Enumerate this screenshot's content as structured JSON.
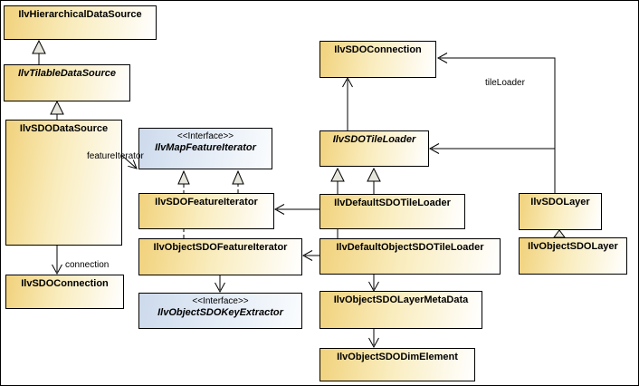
{
  "diagram": {
    "kind": "uml-class-diagram",
    "stereotype_interface": "<<Interface>>",
    "colors": {
      "class_fill_deep": "#f1d27c",
      "class_fill_light": "#ffffff",
      "interface_fill_deep": "#cddaec",
      "interface_fill_light": "#fafcfe",
      "border": "#000000",
      "triangle_fill": "#e7e6dd"
    },
    "nodes": {
      "hierarchicalDataSource": {
        "label": "IlvHierarchicalDataSource",
        "type": "class"
      },
      "tilableDataSource": {
        "label": "IlvTilableDataSource",
        "type": "abstract-class"
      },
      "sdoDataSource": {
        "label": "IlvSDODataSource",
        "type": "class"
      },
      "sdoConnectionLeft": {
        "label": "IlvSDOConnection",
        "type": "class"
      },
      "mapFeatureIterator": {
        "label": "IlvMapFeatureIterator",
        "type": "interface"
      },
      "sdoFeatureIterator": {
        "label": "IlvSDOFeatureIterator",
        "type": "class"
      },
      "objectSdoFeatureIterator": {
        "label": "IlvObjectSDOFeatureIterator",
        "type": "class"
      },
      "objectSdoKeyExtractor": {
        "label": "IlvObjectSDOKeyExtractor",
        "type": "interface"
      },
      "sdoConnectionTop": {
        "label": "IlvSDOConnection",
        "type": "class"
      },
      "sdoTileLoader": {
        "label": "IlvSDOTileLoader",
        "type": "abstract-class"
      },
      "defaultSdoTileLoader": {
        "label": "IlvDefaultSDOTileLoader",
        "type": "class"
      },
      "defaultObjectSdoTileLoader": {
        "label": "IlvDefaultObjectSDOTileLoader",
        "type": "class"
      },
      "objectSdoLayerMetaData": {
        "label": "IlvObjectSDOLayerMetaData",
        "type": "class"
      },
      "objectSdoDimElement": {
        "label": "IlvObjectSDODimElement",
        "type": "class"
      },
      "sdoLayer": {
        "label": "IlvSDOLayer",
        "type": "class"
      },
      "objectSdoLayer": {
        "label": "IlvObjectSDOLayer",
        "type": "class"
      }
    },
    "edge_labels": {
      "featureIterator": "featureIterator",
      "connection": "connection",
      "tileLoader": "tileLoader"
    }
  }
}
